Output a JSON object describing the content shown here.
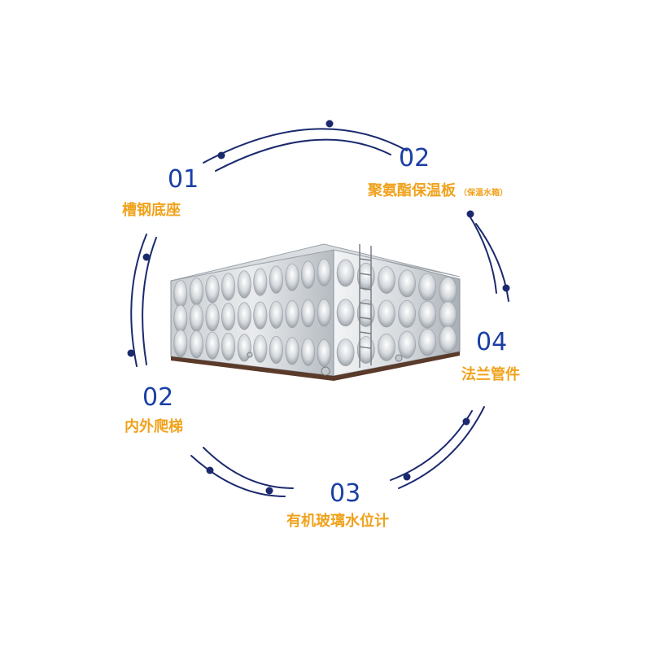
{
  "features": [
    {
      "number": "01",
      "label": "槽钢底座"
    },
    {
      "number": "02",
      "label": "聚氨酯保温板",
      "note": "（保温水箱）"
    },
    {
      "number": "02",
      "label": "内外爬梯"
    },
    {
      "number": "04",
      "label": "法兰管件"
    },
    {
      "number": "03",
      "label": "有机玻璃水位计"
    }
  ],
  "colors": {
    "arc": "#1b2a6e",
    "number": "#1a3fa6",
    "label": "#f0a21c",
    "background": "#ffffff"
  },
  "product": {
    "icon": "stainless-steel-water-tank"
  }
}
